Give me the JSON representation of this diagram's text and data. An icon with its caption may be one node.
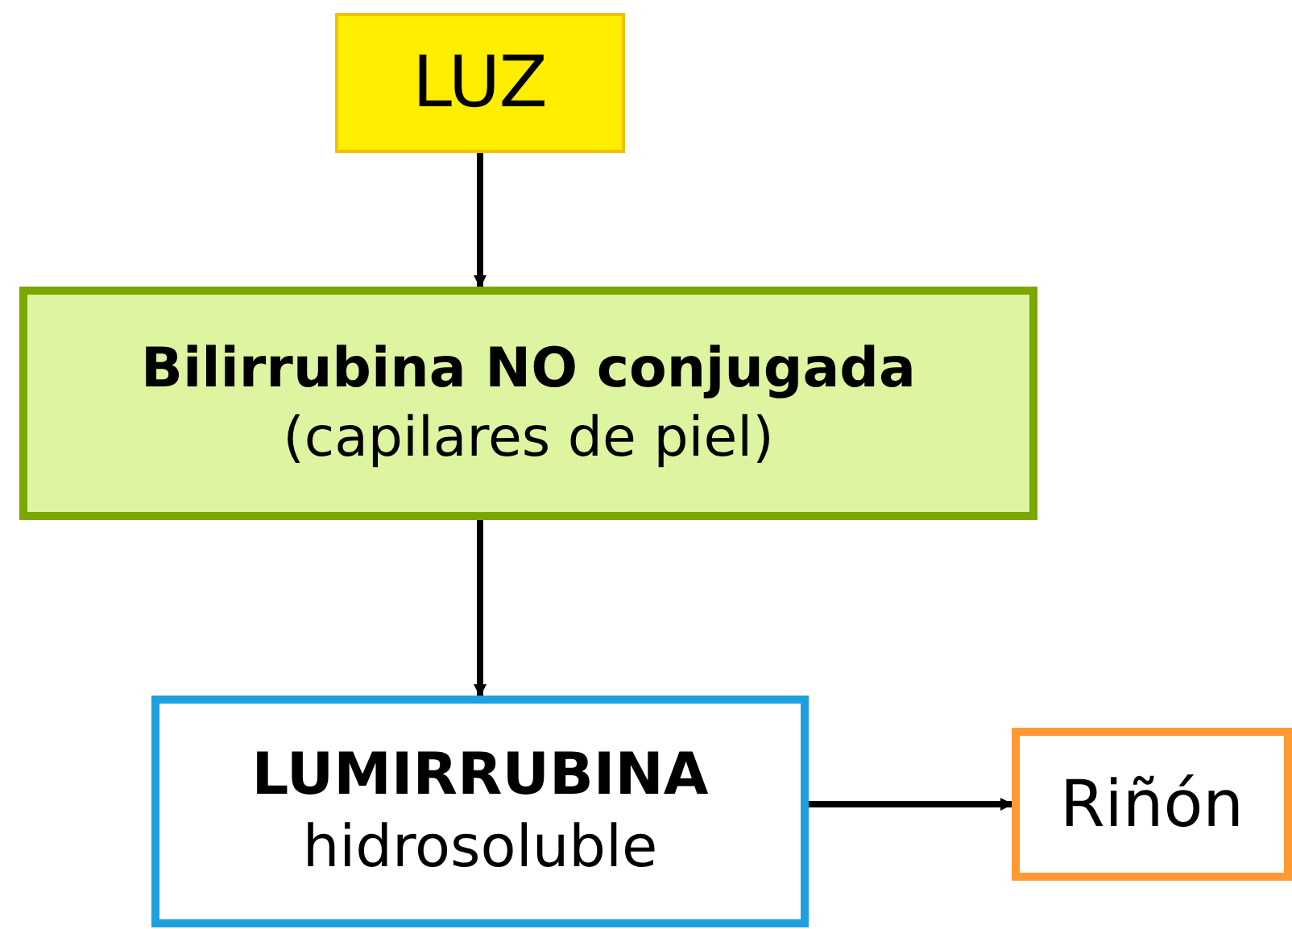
{
  "diagram": {
    "nodes": [
      {
        "text": [
          "LUZ"
        ]
      },
      {
        "text": [
          "Bilirrubina NO conjugada",
          "(capilares de piel)"
        ]
      },
      {
        "text": [
          "LUMIRRUBINA",
          "hidrosoluble"
        ]
      },
      {
        "text": [
          "Riñón"
        ]
      }
    ],
    "edges": [
      {
        "from": 0,
        "to": 1,
        "arrow": "to"
      },
      {
        "from": 1,
        "to": 2,
        "arrow": "to"
      },
      {
        "from": 2,
        "to": 3,
        "arrow": "to"
      }
    ]
  }
}
